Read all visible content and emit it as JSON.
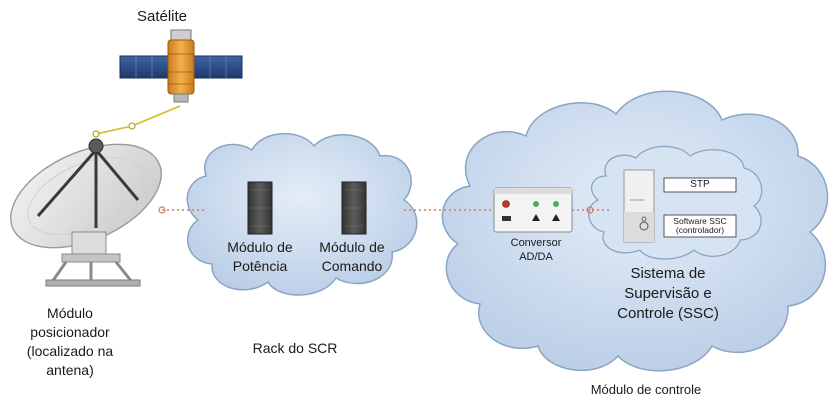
{
  "satellite": {
    "label": "Satélite"
  },
  "positioner": {
    "label_lines": [
      "Módulo",
      "posicionador",
      "(localizado na",
      "antena)"
    ]
  },
  "rack": {
    "label": "Rack do SCR",
    "power_module_lines": [
      "Módulo de",
      "Potência"
    ],
    "command_module_lines": [
      "Módulo de",
      "Comando"
    ]
  },
  "converter": {
    "label_lines": [
      "Conversor",
      "AD/DA"
    ]
  },
  "ssc": {
    "label_lines": [
      "Sistema de",
      "Supervisão e",
      "Controle (SSC)"
    ],
    "stp_label": "STP",
    "software_lines": [
      "Software SSC",
      "(controlador)"
    ]
  },
  "control_module": {
    "label": "Módulo de controle"
  },
  "colors": {
    "cloud_fill": "#c9d9ee",
    "cloud_stroke": "#8aa4c4",
    "link": "#d87a5a",
    "rack_unit": "#4a4a4a",
    "satellite_panel": "#2f4f86",
    "satellite_body": "#e8a23c"
  }
}
